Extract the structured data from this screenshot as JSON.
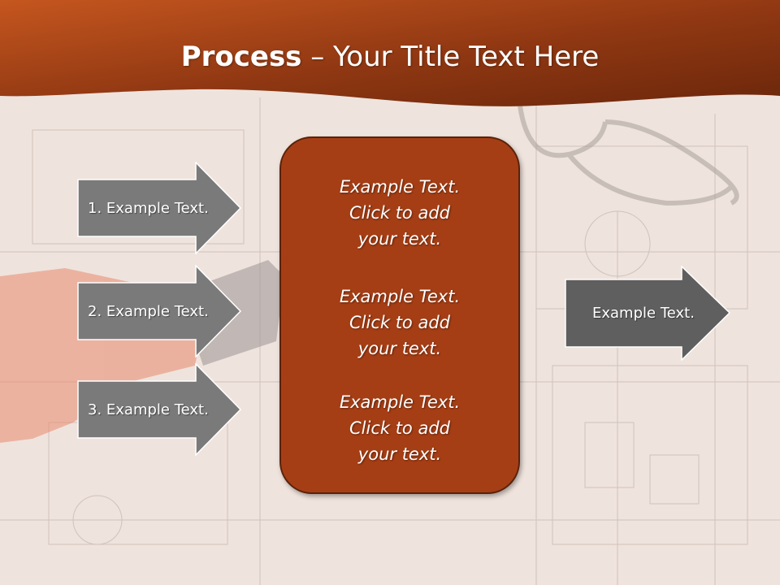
{
  "title": {
    "bold": "Process",
    "rest": " – Your Title Text Here"
  },
  "left_arrows": [
    {
      "label": "1. Example Text."
    },
    {
      "label": "2. Example Text."
    },
    {
      "label": "3. Example Text."
    }
  ],
  "center_box": {
    "paragraphs": [
      {
        "lines": [
          "Example Text.",
          "Click  to add",
          "your text."
        ]
      },
      {
        "lines": [
          "Example Text.",
          "Click  to add",
          "your text."
        ]
      },
      {
        "lines": [
          "Example Text.",
          "Click  to add",
          "your text."
        ]
      }
    ]
  },
  "right_arrow": {
    "label": "Example Text."
  },
  "background": {
    "description_icon": "blueprint-tools-photo"
  },
  "colors": {
    "header_dark": "#6f2a0e",
    "header_light": "#c85a22",
    "box_fill": "#a63e15",
    "arrow_fill": "#7a7a7a",
    "right_arrow_fill": "#5f5f5f"
  }
}
